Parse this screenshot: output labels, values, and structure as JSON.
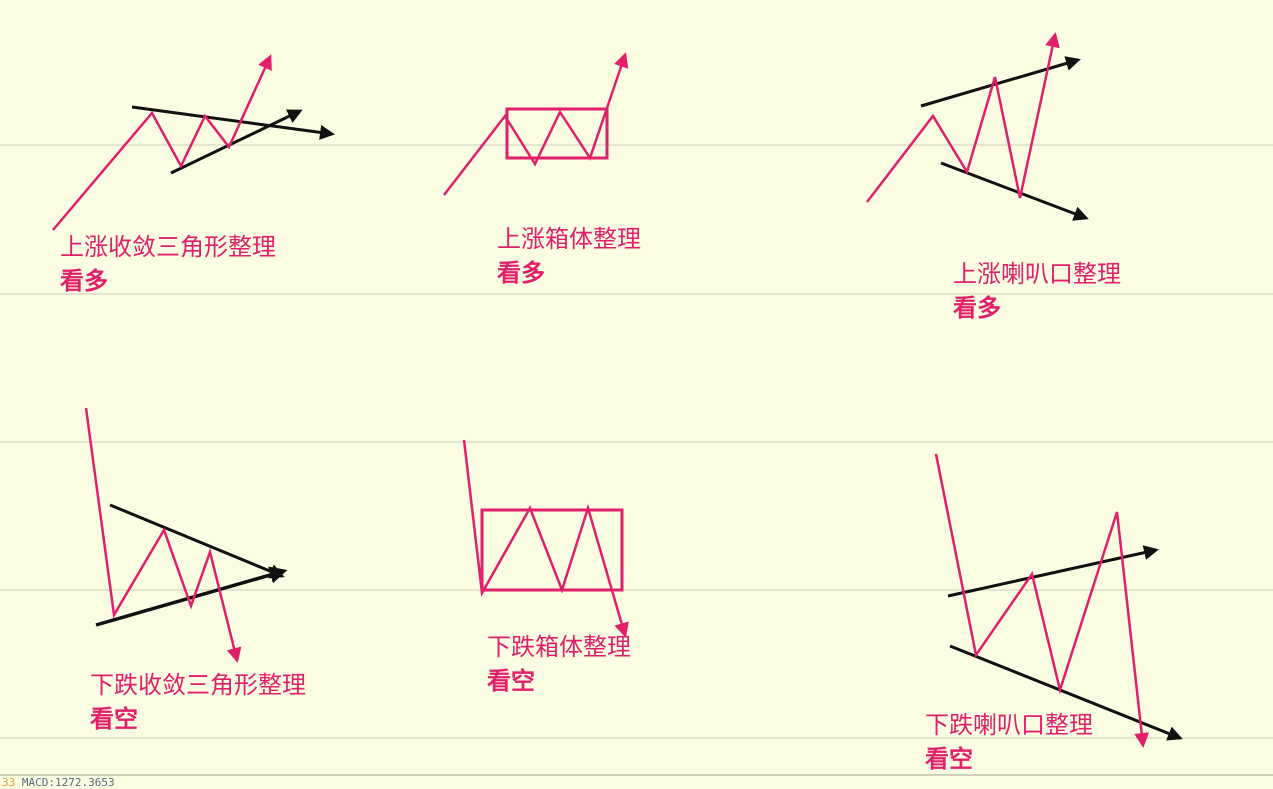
{
  "colors": {
    "background": "#fafde2",
    "price_path": "#e0206a",
    "trendline": "#111111",
    "grid": "#e3e6cf"
  },
  "patterns": [
    {
      "id": "ascending-triangle-consolidation",
      "title": "上涨收敛三角形整理",
      "outlook": "看多"
    },
    {
      "id": "ascending-box-consolidation",
      "title": "上涨箱体整理",
      "outlook": "看多"
    },
    {
      "id": "ascending-broadening-consolidation",
      "title": "上涨喇叭口整理",
      "outlook": "看多"
    },
    {
      "id": "descending-triangle-consolidation",
      "title": "下跌收敛三角形整理",
      "outlook": "看空"
    },
    {
      "id": "descending-box-consolidation",
      "title": "下跌箱体整理",
      "outlook": "看空"
    },
    {
      "id": "descending-broadening-consolidation",
      "title": "下跌喇叭口整理",
      "outlook": "看空"
    }
  ],
  "status_bar": {
    "prefix": "33",
    "text": "MACD:1272.3653"
  }
}
